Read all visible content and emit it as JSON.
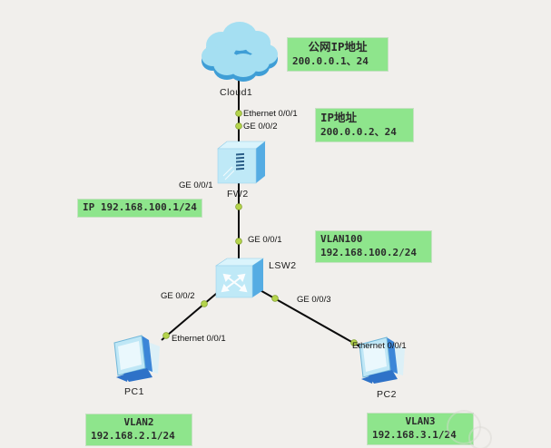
{
  "diagram_title": "eNSP network topology: cloud-firewall-switch with two PCs",
  "colors": {
    "bg": "#f1efec",
    "line": "#0a0a0a",
    "port_dot": "#b5d44b",
    "annotation_bg": "#8ee58c",
    "annotation_text": "#2b2b2b",
    "cloud": "#a5dff2",
    "cloud_shadow": "#3f9ed6",
    "device_front": "#bfe9f7",
    "device_side": "#55ace3"
  },
  "devices": {
    "cloud1": {
      "label": "Cloud1",
      "type": "cloud"
    },
    "fw2": {
      "label": "FW2",
      "type": "firewall"
    },
    "lsw2": {
      "label": "LSW2",
      "type": "switch"
    },
    "pc1": {
      "label": "PC1",
      "type": "pc"
    },
    "pc2": {
      "label": "PC2",
      "type": "pc"
    }
  },
  "port_labels": {
    "cloud1_eth": "Ethernet 0/0/1",
    "fw2_ge002": "GE 0/0/2",
    "fw2_ge001": "GE 0/0/1",
    "lsw2_ge001": "GE 0/0/1",
    "lsw2_ge002": "GE 0/0/2",
    "lsw2_ge003": "GE 0/0/3",
    "pc1_eth": "Ethernet 0/0/1",
    "pc2_eth": "Ethernet 0/0/1"
  },
  "annotations": {
    "public_ip": {
      "lines": [
        "公网IP地址",
        "200.0.0.1、24"
      ]
    },
    "wan_ip": {
      "lines": [
        "IP地址",
        "200.0.0.2、24"
      ]
    },
    "fw_lan_ip": {
      "lines": [
        "IP 192.168.100.1/24"
      ]
    },
    "vlan100": {
      "lines": [
        "VLAN100",
        "192.168.100.2/24"
      ]
    },
    "vlan2": {
      "lines": [
        "VLAN2",
        "192.168.2.1/24"
      ]
    },
    "vlan3": {
      "lines": [
        "VLAN3",
        "192.168.3.1/24"
      ]
    }
  }
}
